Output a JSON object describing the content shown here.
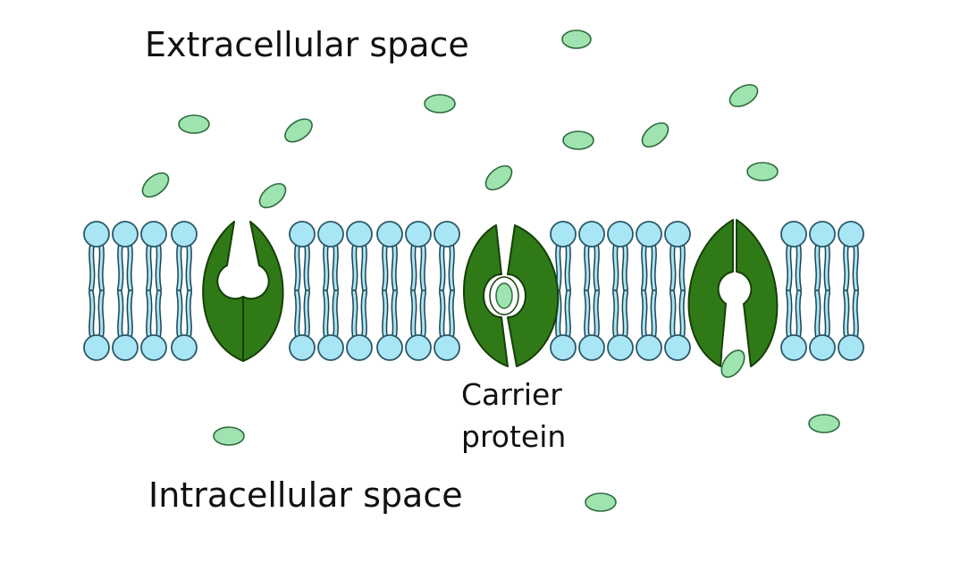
{
  "labels": {
    "extracellular": "Extracellular space",
    "intracellular": "Intracellular space",
    "carrier_line1": "Carrier",
    "carrier_line2": "protein"
  },
  "colors": {
    "molecule_fill": "#9ee3b0",
    "molecule_stroke": "#2e6b3c",
    "protein_fill": "#2f7a17",
    "protein_stroke": "#163f08",
    "head_fill": "#a9e6f5",
    "head_stroke": "#2b5868",
    "tail_stroke": "#1f4350"
  },
  "proteins": [
    {
      "state": "open-outside"
    },
    {
      "state": "occluded-with-molecule"
    },
    {
      "state": "open-inside"
    }
  ]
}
